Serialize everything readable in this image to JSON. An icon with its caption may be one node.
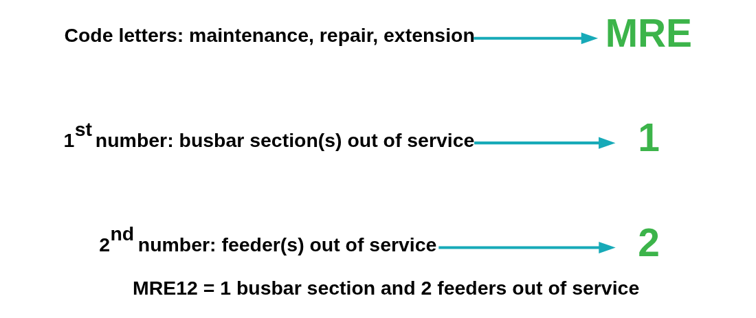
{
  "diagram": {
    "caption": "MRE12 = 1 busbar section and 2 feeders out of service",
    "nodes": [
      {
        "text": [
          "MRE"
        ]
      },
      {
        "text": [
          "1"
        ]
      },
      {
        "text": [
          "2"
        ]
      },
      {
        "text": [
          "Code letters: maintenance, repair, extension"
        ]
      },
      {
        "text": [
          "1$^{st}$ number: busbar section(s) out of service"
        ]
      },
      {
        "text": [
          "2$^{nd}$ number: feeder(s) out of service"
        ]
      }
    ],
    "edges": [
      {
        "from": 3,
        "to": 0,
        "arrow": "to"
      },
      {
        "from": 4,
        "to": 1,
        "arrow": "to"
      },
      {
        "from": 5,
        "to": 2,
        "arrow": "to"
      }
    ]
  }
}
